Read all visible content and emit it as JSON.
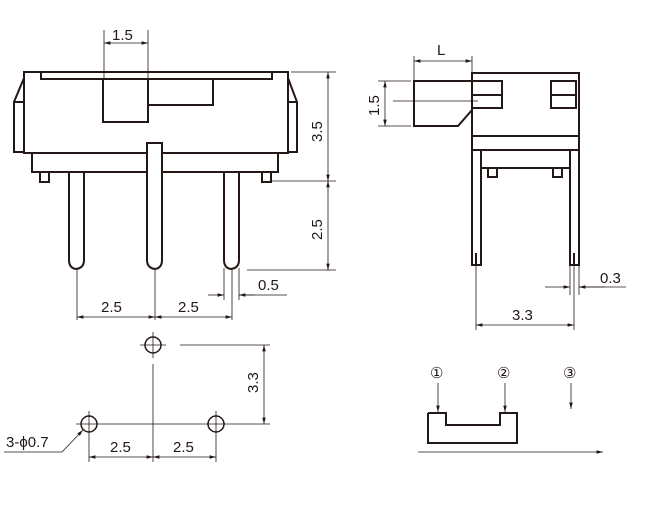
{
  "front_view": {
    "slider_width": "1.5",
    "body_height": "3.5",
    "pin_length": "2.5",
    "pin_pitch_left": "2.5",
    "pin_pitch_right": "2.5",
    "pin_width": "0.5"
  },
  "side_view": {
    "actuator_length": "L",
    "actuator_height": "1.5",
    "pin_thickness": "0.3",
    "pin_span": "3.3"
  },
  "pcb_layout": {
    "hole_label": "3-ϕ0.7",
    "row_offset": "3.3",
    "pitch_left": "2.5",
    "pitch_right": "2.5"
  },
  "schematic": {
    "pins": [
      "①",
      "②",
      "③"
    ]
  }
}
